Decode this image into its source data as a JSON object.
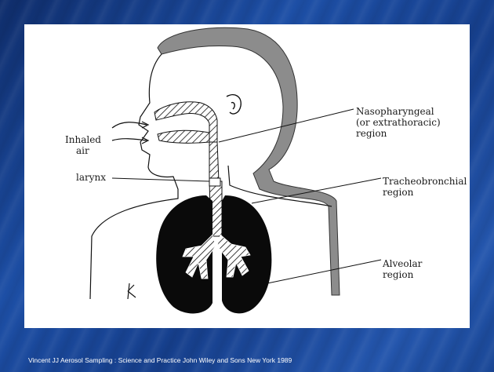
{
  "diagram": {
    "labels": {
      "inhaled_air": [
        "Inhaled",
        "air"
      ],
      "larynx": "larynx",
      "nasopharyngeal": [
        "Nasopharyngeal",
        "(or extrathoracic)",
        "region"
      ],
      "tracheobronchial": [
        "Tracheobronchial",
        "region"
      ],
      "alveolar": [
        "Alveolar",
        "region"
      ]
    },
    "colors": {
      "lungs": "#0a0a0a",
      "back_shading": "#8c8c8c",
      "background": "#1d4fa6"
    }
  },
  "footer": {
    "citation": "Vincent JJ Aerosol Sampling : Science and Practice  John Wiley and Sons New York 1989"
  }
}
